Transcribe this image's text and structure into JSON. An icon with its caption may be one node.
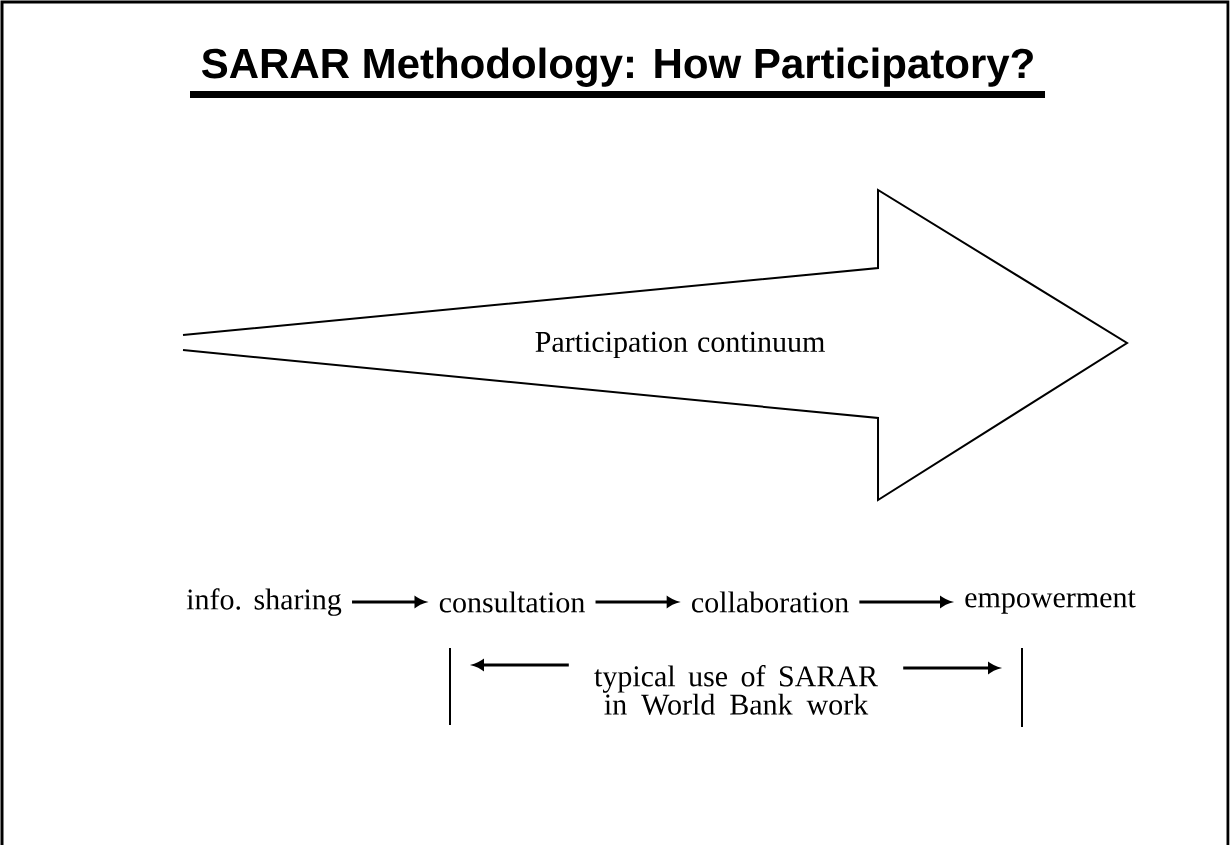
{
  "diagram": {
    "title": "SARAR Methodology: How Participatory?",
    "nodes": [
      {
        "text": [
          "Participation continuum"
        ]
      },
      {
        "text": [
          "info. sharing"
        ]
      },
      {
        "text": [
          "consultation"
        ]
      },
      {
        "text": [
          "collaboration"
        ]
      },
      {
        "text": [
          "empowerment"
        ]
      },
      {
        "text": [
          "typical use of SARAR in World Bank work"
        ]
      }
    ],
    "edges": [
      {
        "from": 1,
        "to": 2,
        "arrow": "to"
      },
      {
        "from": 2,
        "to": 3,
        "arrow": "to"
      },
      {
        "from": 3,
        "to": 4,
        "arrow": "to"
      },
      {
        "from": 5,
        "to": null,
        "arrow": "to"
      },
      {
        "from": 5,
        "to": null,
        "arrow": "to"
      }
    ]
  }
}
